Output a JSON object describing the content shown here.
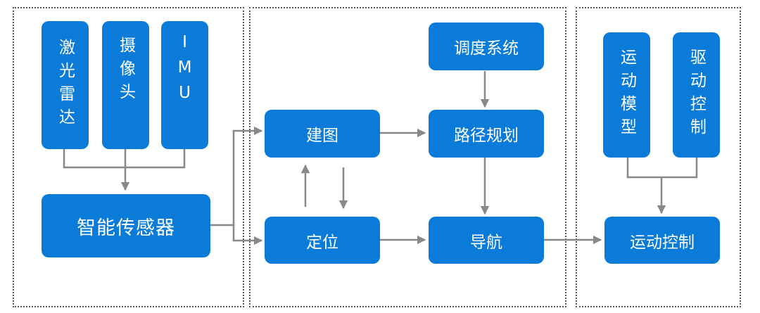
{
  "sensors": {
    "lidar": "激光雷达",
    "camera": "摄像头",
    "imu": "IMU"
  },
  "smart_sensor": "智能传感器",
  "mapping": "建图",
  "localization": "定位",
  "dispatch_system": "调度系统",
  "path_planning": "路径规划",
  "navigation": "导航",
  "motion_model": "运动模型",
  "drive_control": "驱动控制",
  "motion_control": "运动控制",
  "colors": {
    "box": "#0a7bd9",
    "arrow": "#888888",
    "panel_border": "#555555"
  }
}
